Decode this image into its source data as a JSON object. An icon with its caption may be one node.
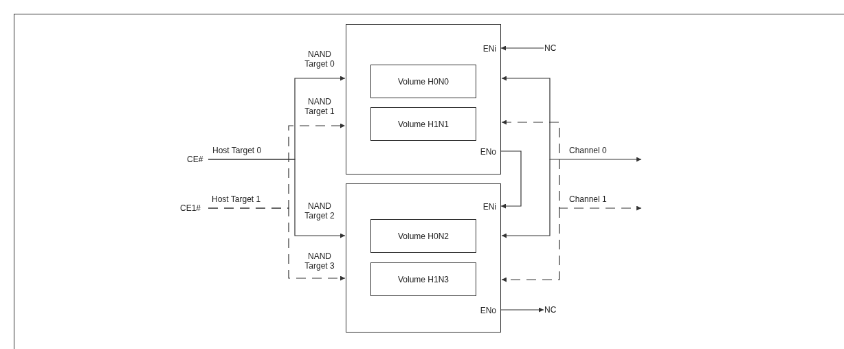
{
  "diagram": {
    "nodes": [
      {
        "text": [],
        "shape": "box"
      },
      {
        "text": [
          "ENi"
        ],
        "in": 0
      },
      {
        "text": [
          "Volume H0N0"
        ],
        "in": 0
      },
      {
        "text": [
          "Volume H1N1"
        ],
        "in": 0
      },
      {
        "text": [
          "ENo"
        ],
        "in": 0
      },
      {
        "text": [],
        "shape": "box"
      },
      {
        "text": [
          "ENi"
        ],
        "in": 5
      },
      {
        "text": [
          "Volume H0N2"
        ],
        "in": 5
      },
      {
        "text": [
          "Volume H1N3"
        ],
        "in": 5
      },
      {
        "text": [
          "ENo"
        ],
        "in": 5
      },
      {
        "text": [
          "CE#"
        ],
        "beside": [
          "Host Target 0"
        ]
      },
      {
        "text": [
          "CE1#"
        ],
        "beside": [
          "Host Target 1"
        ]
      },
      {
        "text": [
          "NC"
        ]
      },
      {
        "text": [
          "NC"
        ]
      }
    ],
    "edges": [
      {
        "from": 10,
        "to": 0,
        "arrow": "to",
        "label": "NAND Target 0"
      },
      {
        "from": 11,
        "to": 0,
        "arrow": "to",
        "label": "NAND Target 1",
        "style": "dashed"
      },
      {
        "from": 10,
        "to": 5,
        "arrow": "to",
        "label": "NAND Target 2"
      },
      {
        "from": 11,
        "to": 5,
        "arrow": "to",
        "label": "NAND Target 3",
        "style": "dashed"
      },
      {
        "from": 12,
        "to": 1,
        "arrow": "to"
      },
      {
        "from": 4,
        "to": 6,
        "arrow": "to"
      },
      {
        "from": 9,
        "to": 13,
        "arrow": "to"
      },
      {
        "from": 0,
        "to": null,
        "arrow": "both",
        "label": "Channel 0"
      },
      {
        "from": null,
        "to": 5,
        "arrow": "to"
      },
      {
        "from": 0,
        "to": null,
        "arrow": "both",
        "label": "Channel 1",
        "style": "dashed"
      },
      {
        "from": null,
        "to": 5,
        "arrow": "to",
        "style": "dashed"
      }
    ]
  }
}
